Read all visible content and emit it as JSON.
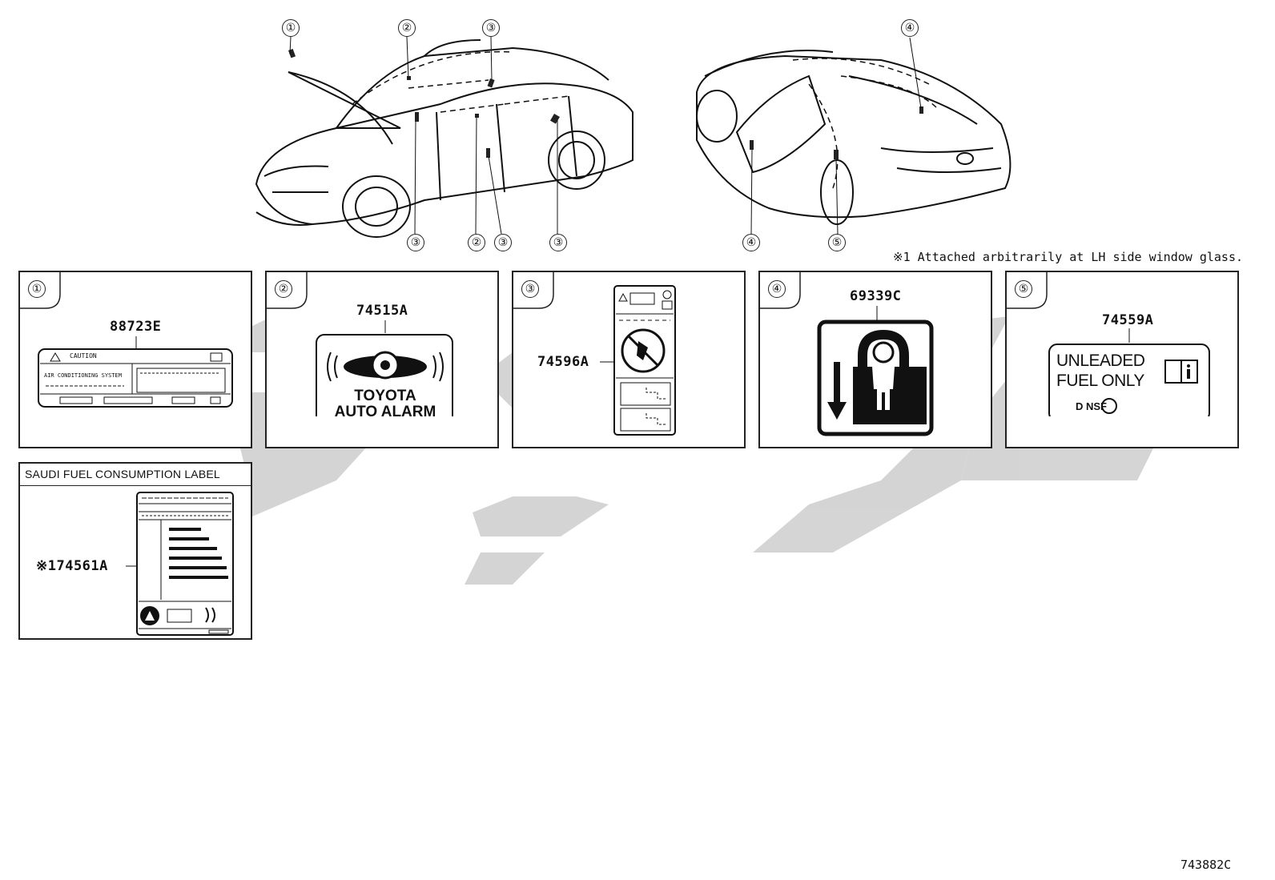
{
  "note": "※1 Attached arbitrarily at LH side window glass.",
  "figure_id": "743882C",
  "car_callouts": {
    "front_top": [
      "①",
      "②",
      "③"
    ],
    "front_bottom": [
      "③",
      "②",
      "③",
      "③"
    ],
    "rear_top": [
      "④"
    ],
    "rear_bottom": [
      "④",
      "⑤"
    ]
  },
  "panels": [
    {
      "marker": "①",
      "part_no": "88723E",
      "label_lines": [
        "CAUTION",
        "AIR CONDITIONING SYSTEM"
      ]
    },
    {
      "marker": "②",
      "part_no": "74515A",
      "label_lines": [
        "TOYOTA",
        "AUTO ALARM"
      ]
    },
    {
      "marker": "③",
      "part_no": "74596A"
    },
    {
      "marker": "④",
      "part_no": "69339C"
    },
    {
      "marker": "⑤",
      "part_no": "74559A",
      "label_lines": [
        "UNLEADED",
        "FUEL ONLY"
      ],
      "logo_text": "D  NSF"
    }
  ],
  "saudi_panel": {
    "title": "SAUDI FUEL CONSUMPTION LABEL",
    "part_no": "※174561A"
  },
  "watermark_color": "#cfcfcf"
}
